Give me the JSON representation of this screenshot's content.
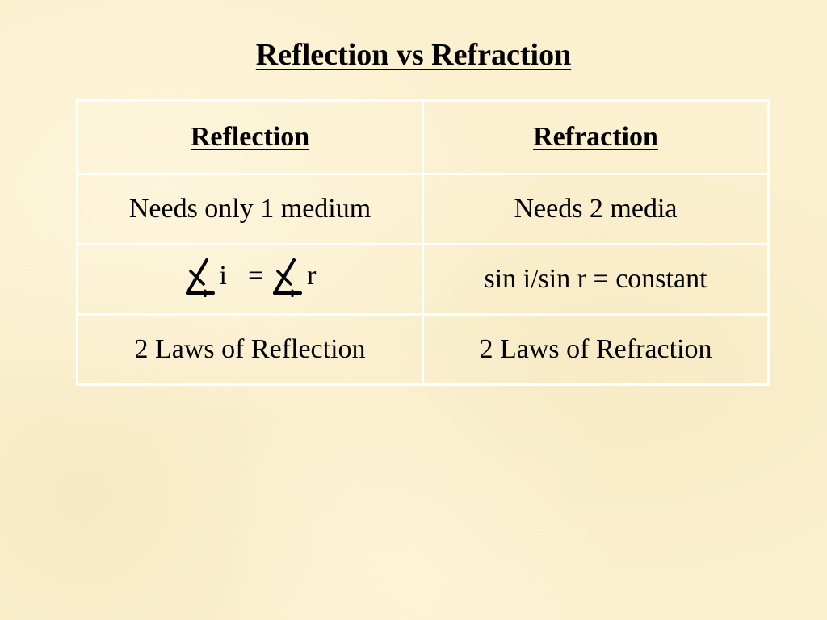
{
  "title": "Reflection vs Refraction",
  "table": {
    "headers": [
      "Reflection",
      "Refraction"
    ],
    "rows": [
      [
        "Needs only 1 medium",
        "Needs 2 media"
      ],
      [
        {
          "angle_left": "i",
          "equals": "=",
          "angle_right": "r"
        },
        "sin i/sin r = constant"
      ],
      [
        "2 Laws of Reflection",
        "2 Laws of Refraction"
      ]
    ]
  },
  "icons": {
    "angle_symbol": "angle-icon"
  }
}
